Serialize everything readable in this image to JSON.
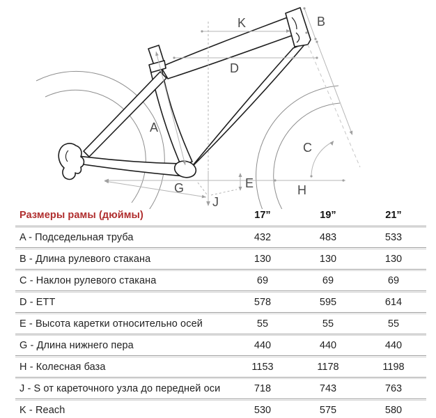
{
  "diagram": {
    "labels": {
      "K": "K",
      "B": "B",
      "D": "D",
      "A": "A",
      "C": "C",
      "E": "E",
      "G": "G",
      "H": "H",
      "J": "J"
    }
  },
  "table": {
    "title": "Размеры рамы (дюймы)",
    "title_color": "#b02e2e",
    "columns": [
      "17”",
      "19”",
      "21”"
    ],
    "rows": [
      {
        "label": "A - Подседельная труба",
        "values": [
          "432",
          "483",
          "533"
        ]
      },
      {
        "label": "B - Длина рулевого стакана",
        "values": [
          "130",
          "130",
          "130"
        ]
      },
      {
        "label": "C - Наклон рулевого стакана",
        "values": [
          "69",
          "69",
          "69"
        ]
      },
      {
        "label": "D - ETT",
        "values": [
          "578",
          "595",
          "614"
        ]
      },
      {
        "label": "E - Высота каретки относительно осей",
        "values": [
          "55",
          "55",
          "55"
        ]
      },
      {
        "label": "G - Длина нижнего пера",
        "values": [
          "440",
          "440",
          "440"
        ]
      },
      {
        "label": "H - Колесная база",
        "values": [
          "1153",
          "1178",
          "1198"
        ]
      },
      {
        "label": "J - S от кареточного узла до передней оси",
        "values": [
          "718",
          "743",
          "763"
        ]
      },
      {
        "label": "K - Reach",
        "values": [
          "530",
          "575",
          "580"
        ]
      }
    ]
  }
}
